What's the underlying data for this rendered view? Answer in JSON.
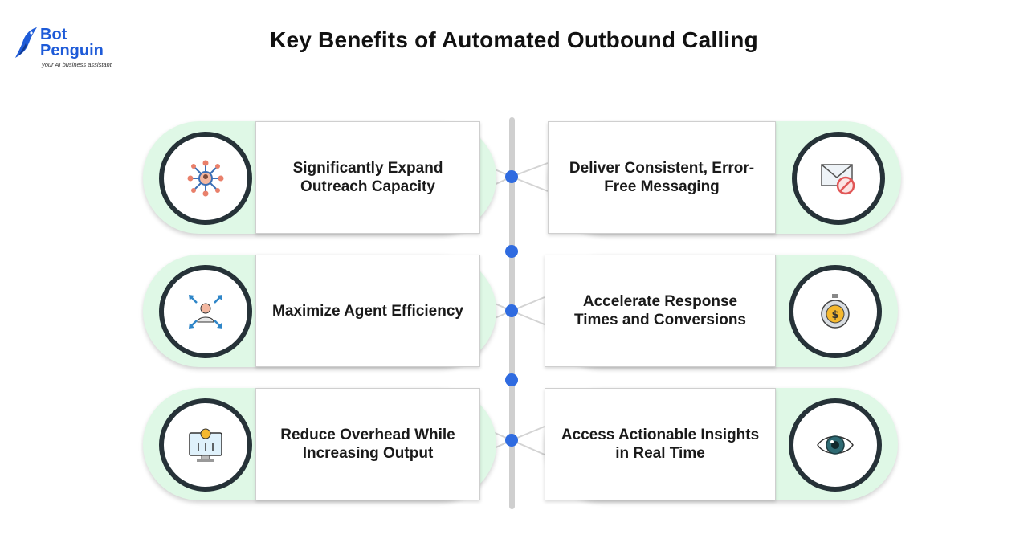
{
  "brand": {
    "name_line1": "Bot",
    "name_line2": "Penguin",
    "tagline": "your AI business assistant",
    "accent": "#1e5bd8"
  },
  "title": "Key Benefits of Automated Outbound Calling",
  "colors": {
    "pill": "#dff8e6",
    "ring": "#263238",
    "dot": "#2f6be0",
    "spine": "#cfcfcf"
  },
  "benefits_left": [
    {
      "label": "Significantly Expand Outreach Capacity",
      "icon": "network-people-icon"
    },
    {
      "label": "Maximize Agent Efficiency",
      "icon": "agent-arrows-icon"
    },
    {
      "label": "Reduce Overhead While Increasing Output",
      "icon": "cost-monitor-icon"
    }
  ],
  "benefits_right": [
    {
      "label": "Deliver Consistent, Error-Free Messaging",
      "icon": "mail-blocked-icon"
    },
    {
      "label": "Accelerate Response Times and Conversions",
      "icon": "stopwatch-dollar-icon"
    },
    {
      "label": "Access Actionable Insights in Real Time",
      "icon": "eye-icon"
    }
  ]
}
